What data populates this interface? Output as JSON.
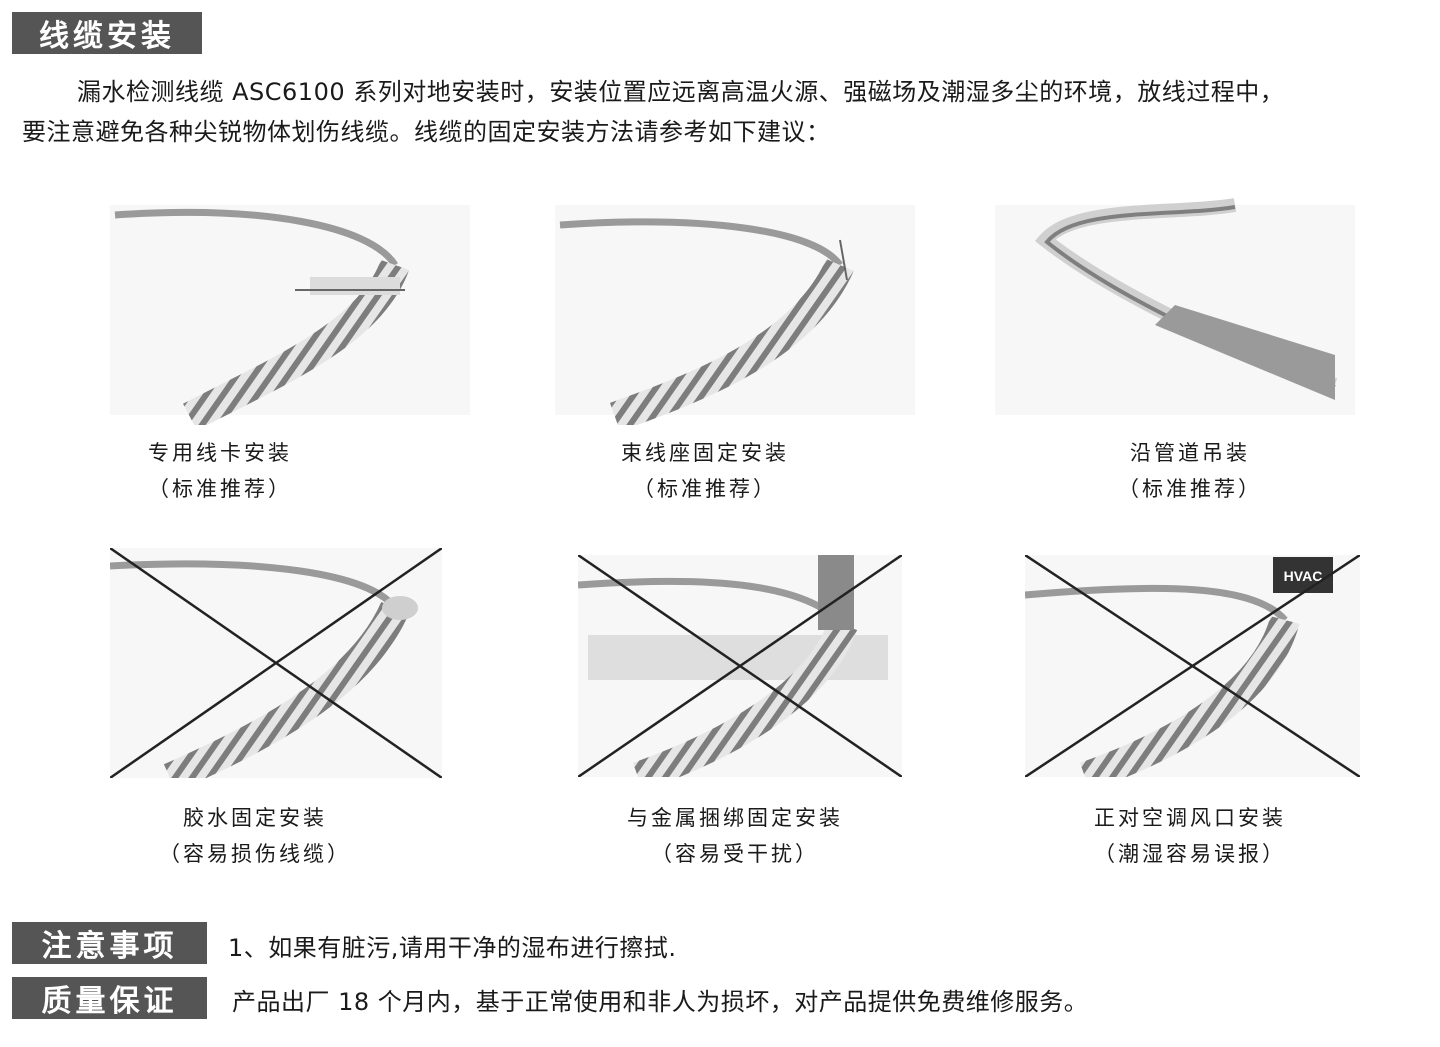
{
  "section_title": "线缆安装",
  "intro": {
    "line1": "漏水检测线缆 ASC6100 系列对地安装时，安装位置应远离高温火源、强磁场及潮湿多尘的环境，放线过程中，",
    "line2": "要注意避免各种尖锐物体划伤线缆。线缆的固定安装方法请参考如下建议："
  },
  "methods": [
    {
      "label": "专用线卡安装",
      "note": "（标准推荐）",
      "recommended": true
    },
    {
      "label": "束线座固定安装",
      "note": "（标准推荐）",
      "recommended": true
    },
    {
      "label": "沿管道吊装",
      "note": "（标准推荐）",
      "recommended": true
    },
    {
      "label": "胶水固定安装",
      "note": "（容易损伤线缆）",
      "recommended": false
    },
    {
      "label": "与金属捆绑固定安装",
      "note": "（容易受干扰）",
      "recommended": false
    },
    {
      "label": "正对空调风口安装",
      "note": "（潮湿容易误报）",
      "recommended": false,
      "sign_text": "HVAC"
    }
  ],
  "notice": {
    "title": "注意事项",
    "text": "1、如果有脏污,请用干净的湿布进行擦拭."
  },
  "warranty": {
    "title": "质量保证",
    "text": "产品出厂 18 个月内，基于正常使用和非人为损坏，对产品提供免费维修服务。"
  },
  "colors": {
    "header_bg": "#555555",
    "cable": "#8a8a8a",
    "cross": "#222222"
  }
}
